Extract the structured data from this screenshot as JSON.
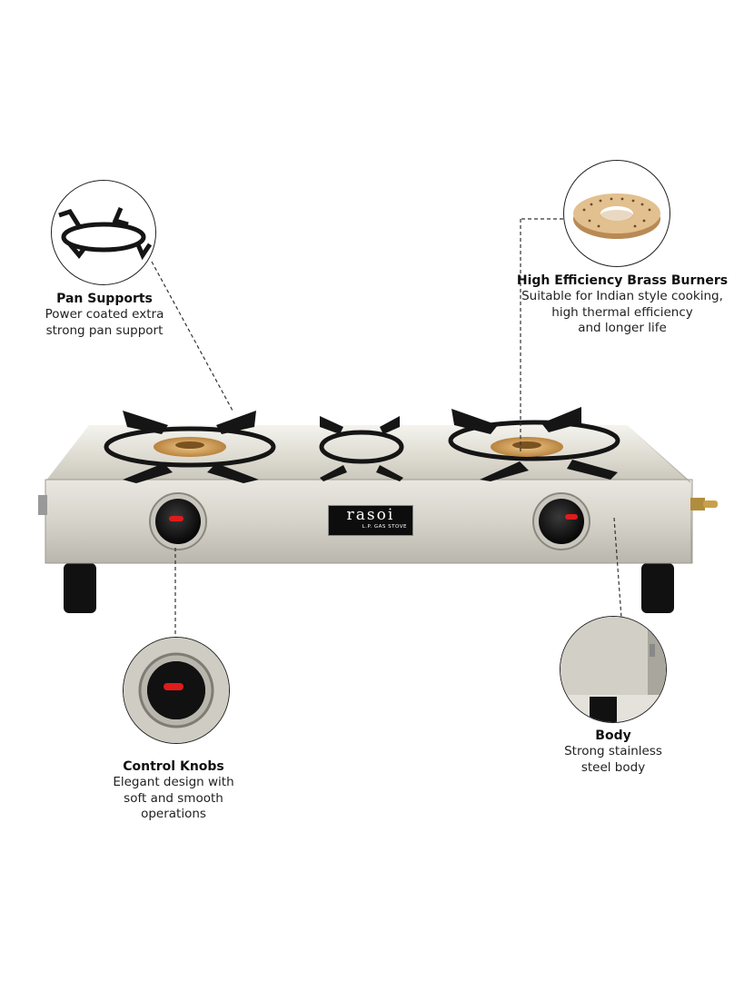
{
  "colors": {
    "background": "#ffffff",
    "steel_light": "#e3e0d6",
    "steel_dark": "#a6a39b",
    "cast_iron": "#151515",
    "brass": "#d9a45b",
    "knob_indicator": "#e01b1b"
  },
  "product": {
    "brand": "rasoi",
    "plate_subtext": "L.P. GAS STOVE"
  },
  "callouts": {
    "pan_supports": {
      "icon": "pan-support-icon",
      "title": "Pan Supports",
      "lines": [
        "Power coated extra",
        "strong pan support"
      ]
    },
    "burners": {
      "icon": "brass-burner-icon",
      "title": "High Efficiency Brass Burners",
      "lines": [
        "Suitable for Indian style cooking,",
        "high thermal efficiency",
        "and longer life"
      ]
    },
    "knobs": {
      "icon": "control-knob-icon",
      "title": "Control Knobs",
      "lines": [
        "Elegant design with",
        "soft and smooth",
        "operations"
      ]
    },
    "body": {
      "icon": "steel-body-icon",
      "title": "Body",
      "lines": [
        "Strong stainless",
        "steel body"
      ]
    }
  }
}
